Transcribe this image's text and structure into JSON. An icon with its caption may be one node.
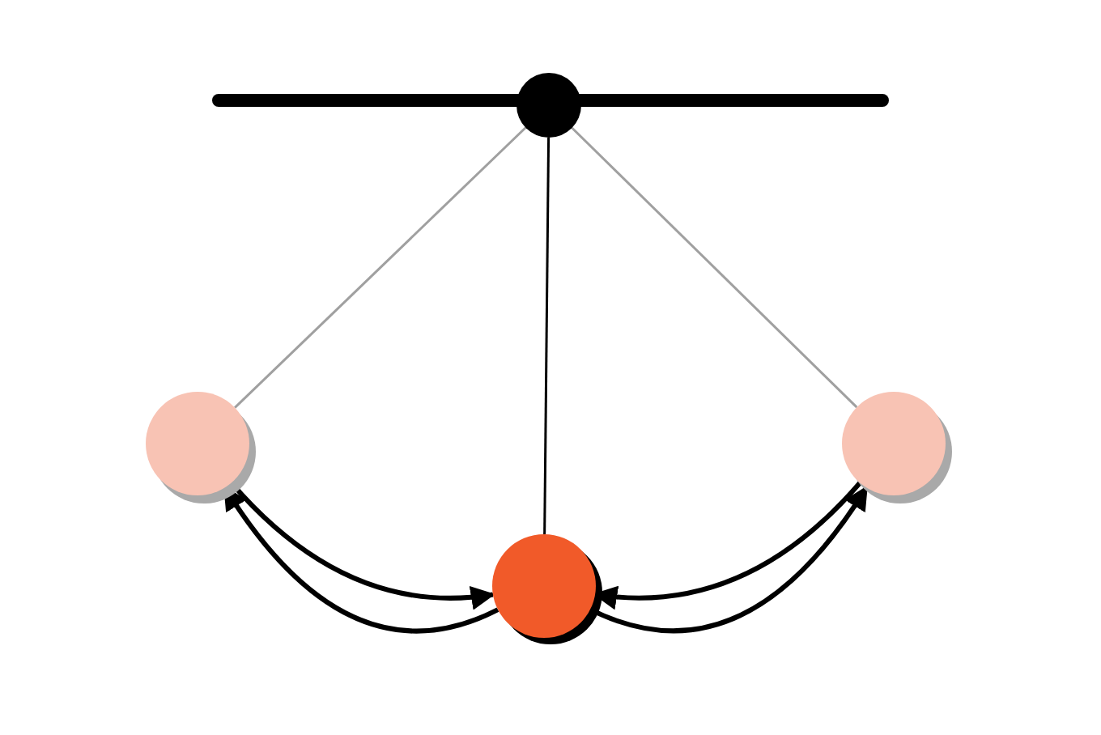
{
  "diagram": {
    "nodes": [
      {
        "text": [],
        "shape": "circle"
      },
      {
        "text": [],
        "shape": "circle"
      },
      {
        "text": [],
        "shape": "circle"
      },
      {
        "text": [],
        "shape": "circle"
      }
    ],
    "edges": [
      {
        "from": 0,
        "to": 1,
        "arrow": "none",
        "color": "#a0a0a0"
      },
      {
        "from": 0,
        "to": 2,
        "arrow": "none"
      },
      {
        "from": 0,
        "to": 3,
        "arrow": "none",
        "color": "#a0a0a0"
      },
      {
        "from": 1,
        "to": 2,
        "arrow": "to"
      },
      {
        "from": 2,
        "to": 1,
        "arrow": "to"
      },
      {
        "from": 3,
        "to": 2,
        "arrow": "to"
      },
      {
        "from": 2,
        "to": 3,
        "arrow": "to"
      }
    ]
  }
}
